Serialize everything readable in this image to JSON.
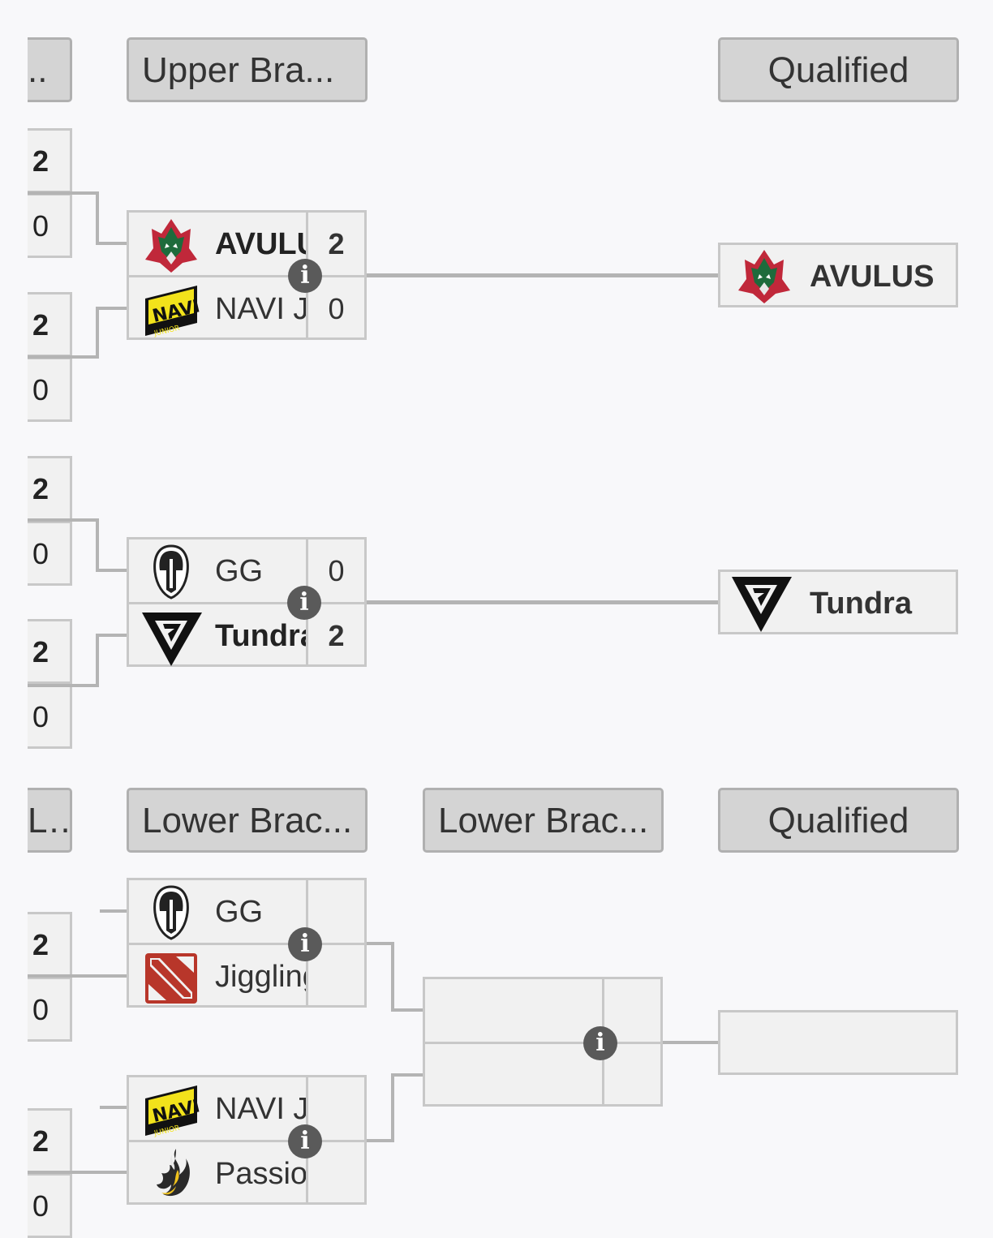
{
  "upper": {
    "headers": {
      "prev_round": "..",
      "round": "Upper Bra...",
      "qualified": "Qualified"
    },
    "prev_scores": [
      "2",
      "0",
      "2",
      "0",
      "2",
      "0",
      "2",
      "0"
    ],
    "match1": {
      "team1": {
        "name": "AVULUS",
        "score": "2",
        "logo": "avulus-logo"
      },
      "team2": {
        "name": "NAVI Junior",
        "score": "0",
        "logo": "navi-junior-logo"
      }
    },
    "match2": {
      "team1": {
        "name": "GG",
        "score": "0",
        "logo": "gg-logo"
      },
      "team2": {
        "name": "Tundra",
        "score": "2",
        "logo": "tundra-logo"
      }
    },
    "qualified1": {
      "name": "AVULUS"
    },
    "qualified2": {
      "name": "Tundra"
    }
  },
  "lower": {
    "headers": {
      "prev_round": "L...",
      "round1": "Lower Brac...",
      "round2": "Lower Brac...",
      "qualified": "Qualified"
    },
    "prev_scores": [
      "2",
      "0",
      "2",
      "0"
    ],
    "match1": {
      "team1": {
        "name": "GG",
        "score": ""
      },
      "team2": {
        "name": "Jiggling",
        "score": ""
      }
    },
    "match2": {
      "team1": {
        "name": "NAVI Junior",
        "score": ""
      },
      "team2": {
        "name": "Passion",
        "score": ""
      }
    }
  },
  "icons": {
    "info": "i"
  }
}
